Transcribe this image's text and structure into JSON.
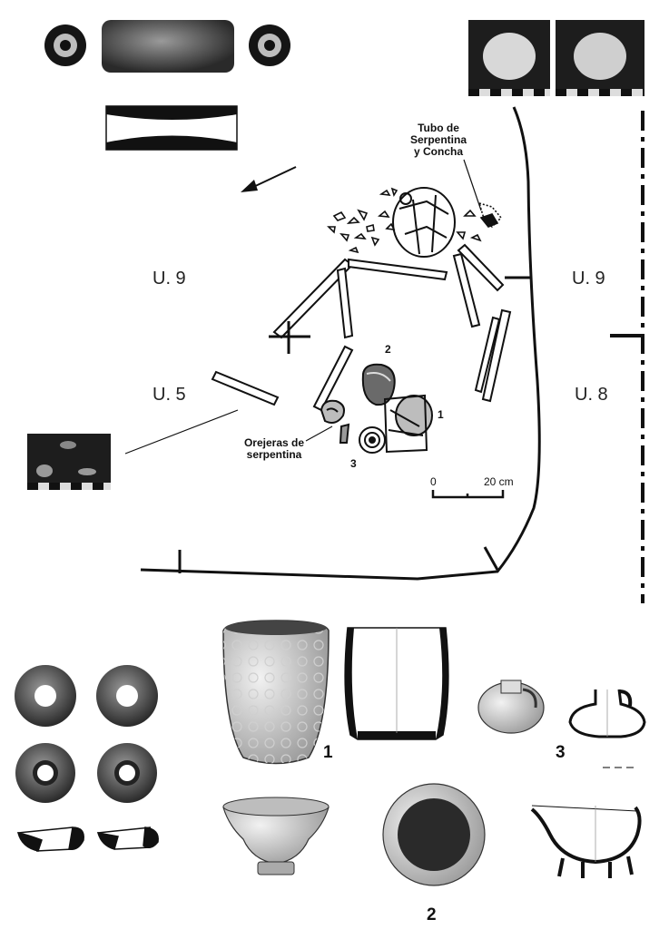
{
  "labels": {
    "u9_left": "U. 9",
    "u9_right": "U. 9",
    "u5": "U. 5",
    "u8": "U. 8",
    "tubo_line1": "Tubo de",
    "tubo_line2": "Serpentina",
    "tubo_line3": "y Concha",
    "orejeras_line1": "Orejeras de",
    "orejeras_line2": "serpentina",
    "vessel_1": "1",
    "vessel_2": "2",
    "vessel_3": "3",
    "scale_start": "0",
    "scale_end": "20 cm"
  },
  "figure_numbers": {
    "fig_1": "1",
    "fig_2": "2",
    "fig_3": "3"
  },
  "colors": {
    "ink": "#111111",
    "photo_bg": "#1d1d1d",
    "stone": "#6f6f6f",
    "pottery": "#d9d9d9"
  }
}
